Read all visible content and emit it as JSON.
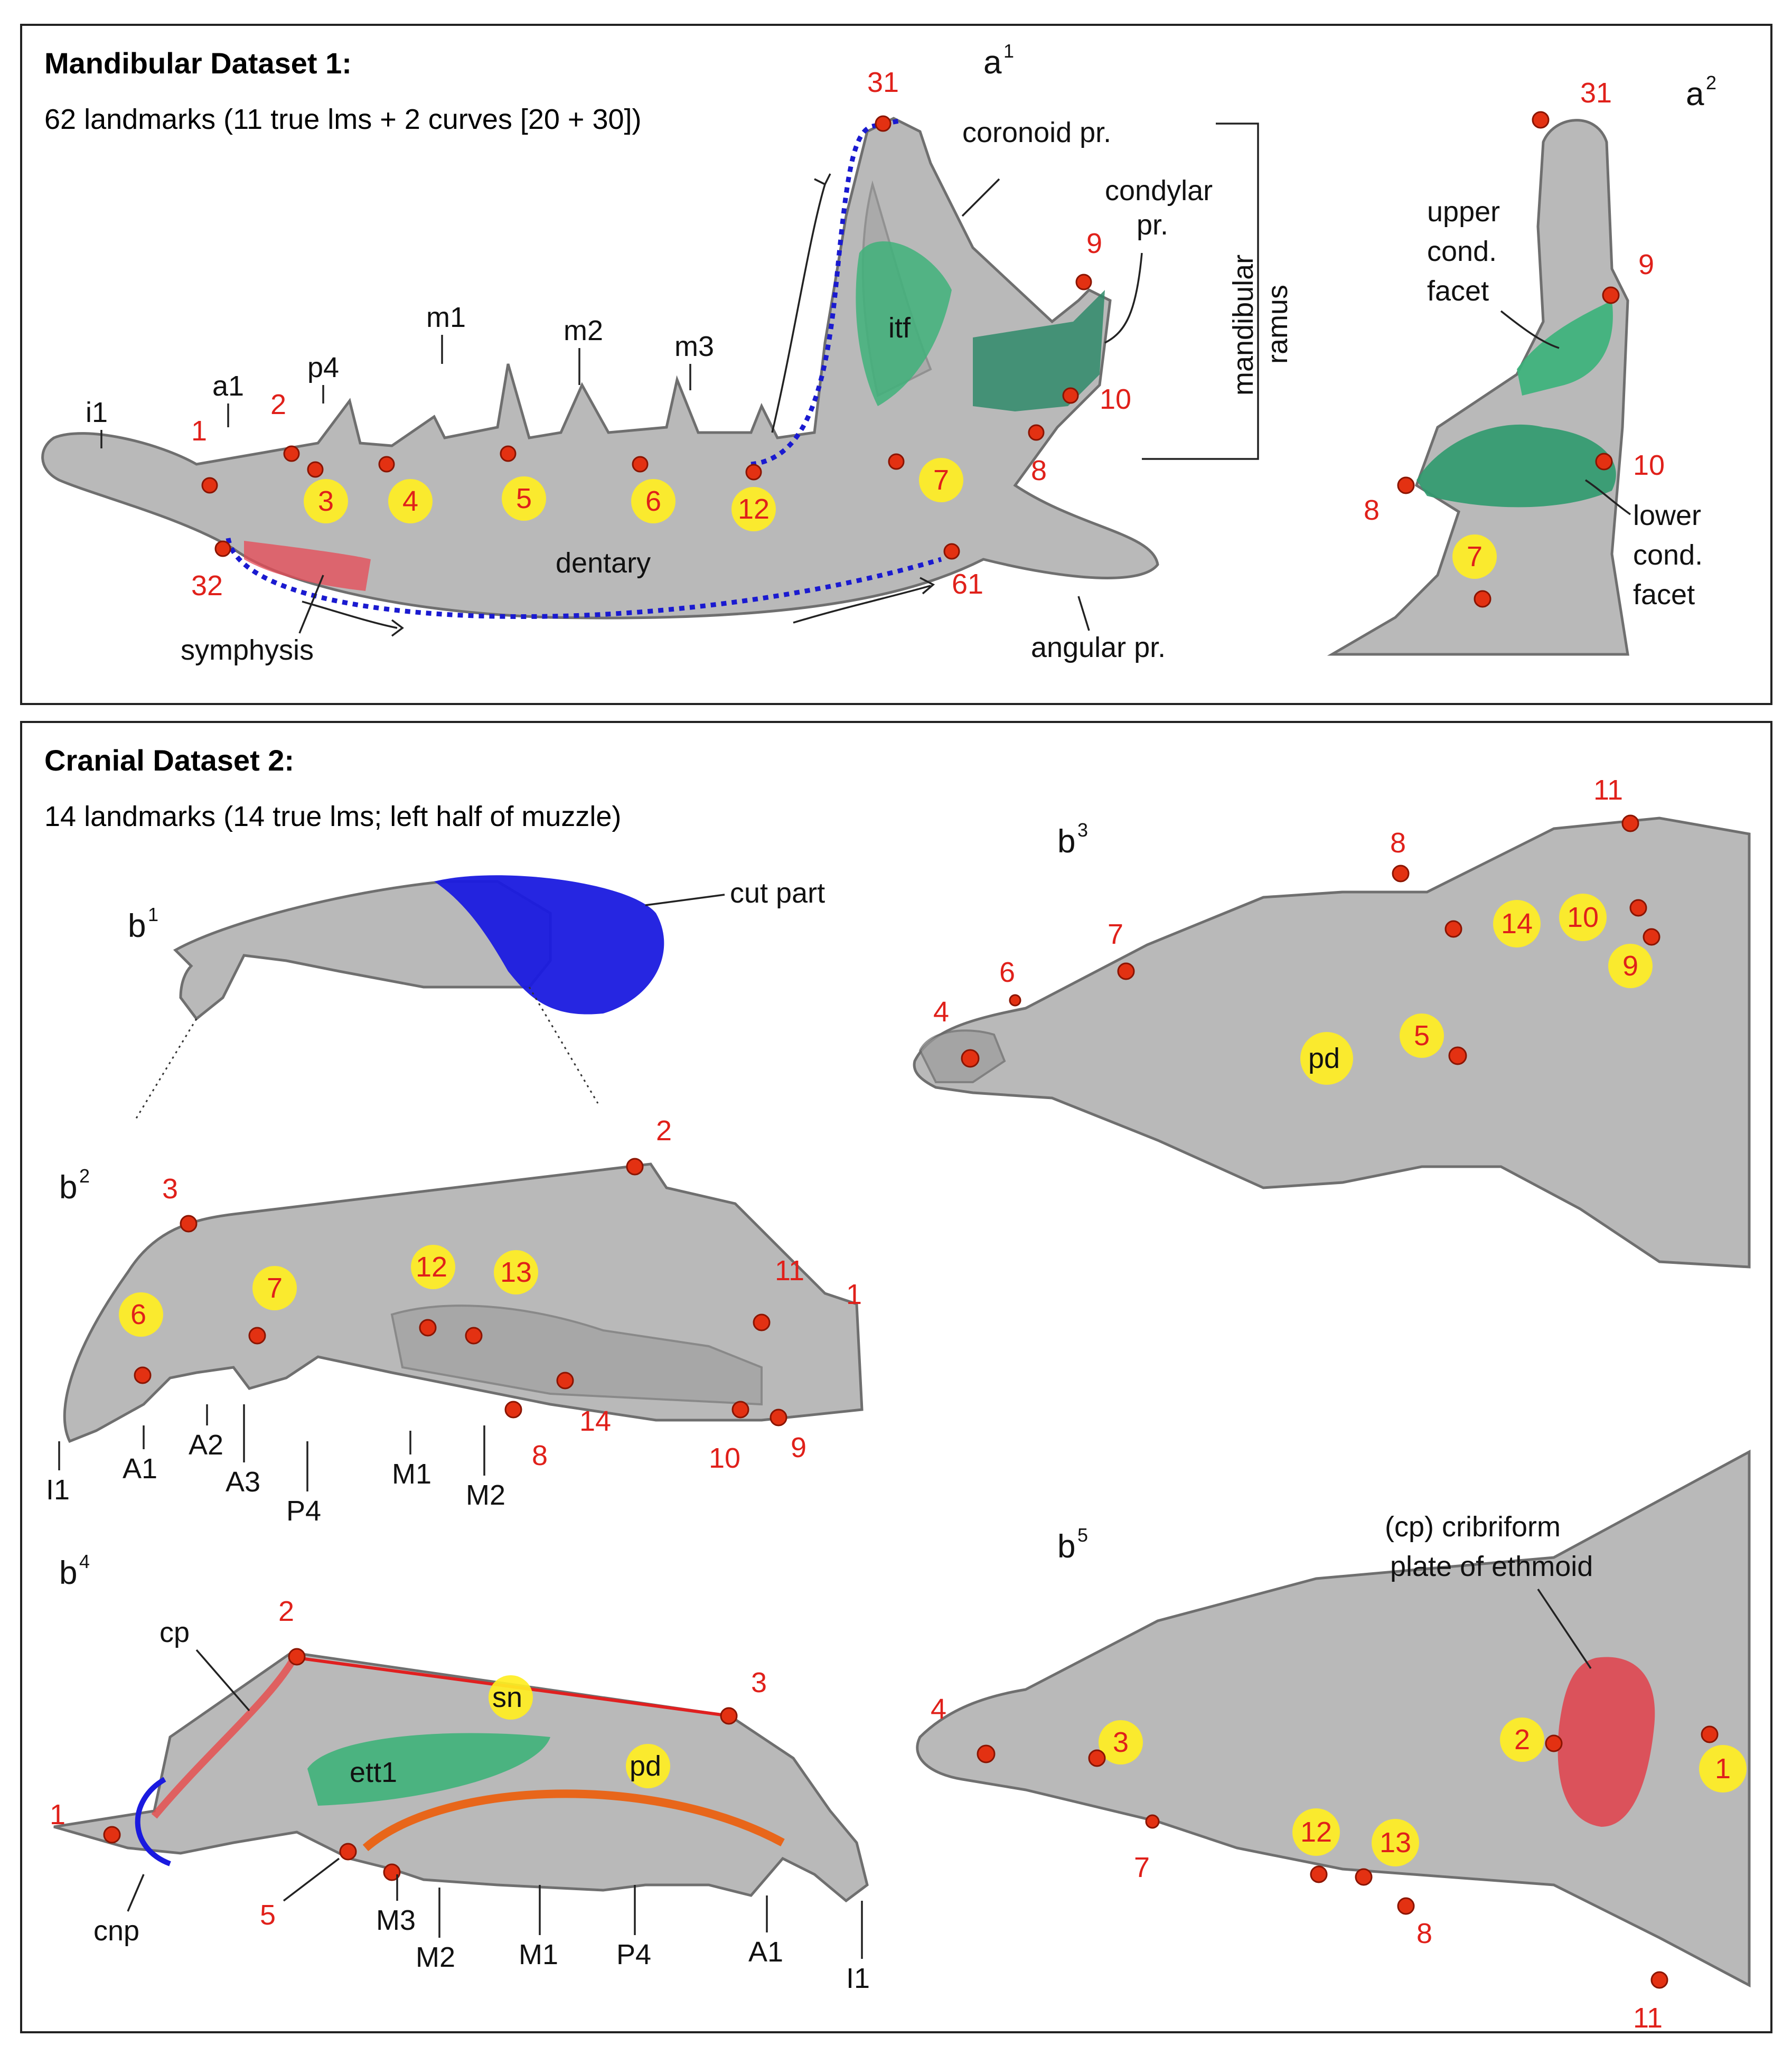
{
  "panel1": {
    "title": "Mandibular Dataset 1:",
    "subtitle": "62 landmarks (11 true lms + 2 curves [20 + 30])",
    "a1": {
      "letter": "a",
      "sup": "1"
    },
    "a2": {
      "letter": "a",
      "sup": "2"
    },
    "labels": {
      "coronoid": "coronoid pr.",
      "condylar1": "condylar",
      "condylar2": "pr.",
      "ramus1": "mandibular",
      "ramus2": "ramus",
      "i1": "i1",
      "a1": "a1",
      "p4": "p4",
      "m1": "m1",
      "m2": "m2",
      "m3": "m3",
      "itf": "itf",
      "dentary": "dentary",
      "symphysis": "symphysis",
      "angular": "angular pr.",
      "upper1": "upper",
      "upper2": "cond.",
      "upper3": "facet",
      "lower1": "lower",
      "lower2": "cond.",
      "lower3": "facet"
    },
    "landmarks": {
      "l1": "1",
      "l2": "2",
      "l3": "3",
      "l4": "4",
      "l5": "5",
      "l6": "6",
      "l7": "7",
      "l8": "8",
      "l9": "9",
      "l10": "10",
      "l12": "12",
      "l31": "31",
      "l32": "32",
      "l61": "61",
      "b31": "31",
      "b9": "9",
      "b10": "10",
      "b8": "8",
      "b7": "7"
    }
  },
  "panel2": {
    "title": "Cranial Dataset 2:",
    "subtitle": "14 landmarks (14 true lms; left half of muzzle)",
    "b1": {
      "letter": "b",
      "sup": "1"
    },
    "b2": {
      "letter": "b",
      "sup": "2"
    },
    "b3": {
      "letter": "b",
      "sup": "3"
    },
    "b4": {
      "letter": "b",
      "sup": "4"
    },
    "b5": {
      "letter": "b",
      "sup": "5"
    },
    "labels": {
      "cut": "cut part",
      "I1": "I1",
      "A1": "A1",
      "A2": "A2",
      "A3": "A3",
      "P4": "P4",
      "M1": "M1",
      "M2": "M2",
      "M3": "M3",
      "cp": "cp",
      "cnp": "cnp",
      "sn": "sn",
      "ett1": "ett1",
      "pd": "pd",
      "pd3": "pd",
      "cp_full1": "(cp) cribriform",
      "cp_full2": "plate of ethmoid"
    },
    "landmarks": {
      "s1": "1",
      "s2": "2",
      "s3": "3",
      "s6": "6",
      "s7": "7",
      "s8": "8",
      "s9": "9",
      "s10": "10",
      "s11": "11",
      "s12": "12",
      "s13": "13",
      "s14": "14",
      "m1": "1",
      "m2": "2",
      "m3": "3",
      "m5": "5",
      "v4": "4",
      "v5": "5",
      "v6": "6",
      "v7": "7",
      "v8": "8",
      "v9": "9",
      "v10": "10",
      "v11": "11",
      "v14": "14",
      "d1": "1",
      "d2": "2",
      "d3": "3",
      "d4": "4",
      "d7": "7",
      "d8": "8",
      "d11": "11",
      "d12": "12",
      "d13": "13"
    }
  },
  "colors": {
    "landmark": "#e33112",
    "highlight": "#ffee22",
    "green": "#3aa86f",
    "blue": "#1a1adf",
    "red_region": "#e0404a",
    "curve": "#1515d0"
  }
}
